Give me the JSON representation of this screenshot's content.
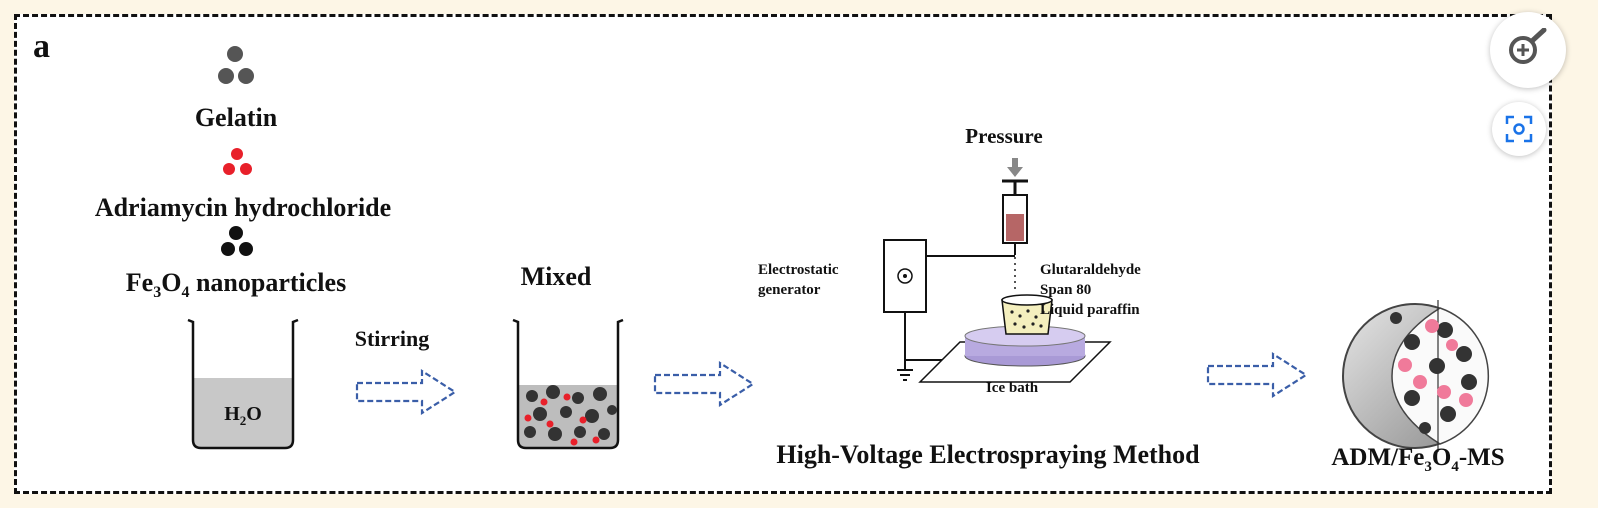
{
  "panel_label": "a",
  "materials": {
    "gelatin": "Gelatin",
    "adriamycin": "Adriamycin hydrochloride",
    "fe3o4_prefix": "Fe",
    "fe3o4_sub1": "3",
    "fe3o4_mid": "O",
    "fe3o4_sub2": "4",
    "fe3o4_suffix": " nanoparticles"
  },
  "beaker_water": {
    "h": "H",
    "sub": "2",
    "o": "O"
  },
  "stirring_label": "Stirring",
  "mixed_label": "Mixed",
  "apparatus": {
    "pressure": "Pressure",
    "generator_line1": "Electrostatic",
    "generator_line2": "generator",
    "oil_line1": "Glutaraldehyde",
    "oil_line2": "Span 80",
    "oil_line3": "Liquid paraffin",
    "ice_bath": "Ice bath",
    "method": "High-Voltage Electrospraying Method"
  },
  "product": {
    "prefix": "ADM/Fe",
    "sub1": "3",
    "mid": "O",
    "sub2": "4",
    "suffix": "-MS"
  },
  "colors": {
    "gelatin": "#555555",
    "adriamycin": "#e8202a",
    "fe3o4": "#111111",
    "arrow": "#3a5ea8",
    "pink": "#f07a9a"
  },
  "icons": {
    "zoom": "zoom-in-icon",
    "lens": "lens-search-icon"
  }
}
